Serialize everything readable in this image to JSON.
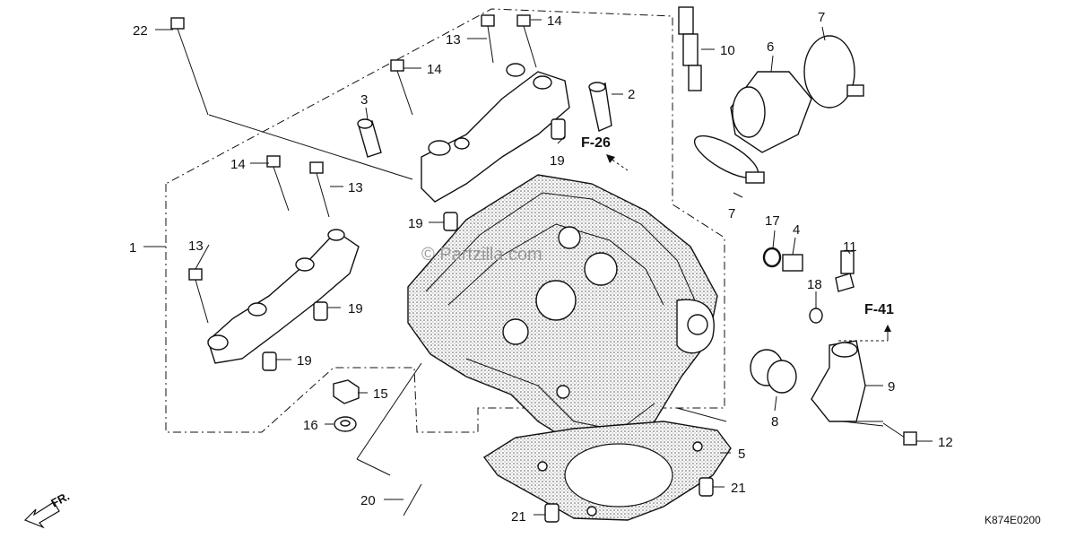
{
  "watermark": "© Partzilla.com",
  "diagram_code": "K874E0200",
  "front_marker": "FR.",
  "refs": {
    "f26": "F-26",
    "f41": "F-41"
  },
  "callouts": {
    "c1": "1",
    "c2": "2",
    "c3": "3",
    "c4": "4",
    "c5": "5",
    "c6": "6",
    "c7a": "7",
    "c7b": "7",
    "c8": "8",
    "c9": "9",
    "c10": "10",
    "c11": "11",
    "c12": "12",
    "c13a": "13",
    "c13b": "13",
    "c13c": "13",
    "c14a": "14",
    "c14b": "14",
    "c14c": "14",
    "c15": "15",
    "c16": "16",
    "c17": "17",
    "c18": "18",
    "c19a": "19",
    "c19b": "19",
    "c19c": "19",
    "c19d": "19",
    "c20": "20",
    "c21a": "21",
    "c21b": "21",
    "c22": "22"
  }
}
